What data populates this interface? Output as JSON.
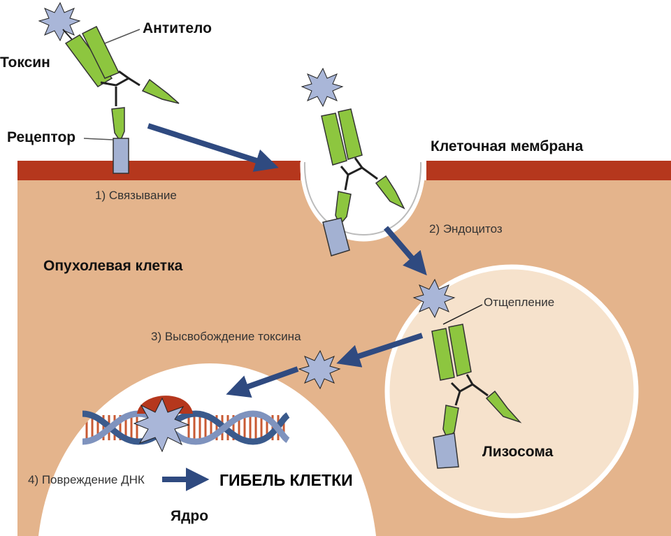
{
  "labels": {
    "toxin": "Токсин",
    "antibody": "Антитело",
    "receptor": "Рецептор",
    "membrane": "Клеточная мембрана",
    "tumor_cell": "Опухолевая клетка",
    "lysosome": "Лизосома",
    "nucleus": "Ядро",
    "cleavage": "Отщепление",
    "cell_death": "ГИБЕЛЬ КЛЕТКИ"
  },
  "steps": {
    "binding": "1) Связывание",
    "endocytosis": "2) Эндоцитоз",
    "toxin_release": "3) Высвобождение токсина",
    "dna_damage": "4) Повреждение ДНК"
  },
  "colors": {
    "cytoplasm": "#E4B48C",
    "membrane": "#B5371D",
    "lysosome_fill": "#F6E2CC",
    "nucleus_fill": "#FFFFFF",
    "antibody_green": "#8DC63F",
    "receptor_blue": "#A3B1D2",
    "toxin_star": "#A9B6D8",
    "arrow": "#2F4A80",
    "dna_red": "#B5371D"
  }
}
